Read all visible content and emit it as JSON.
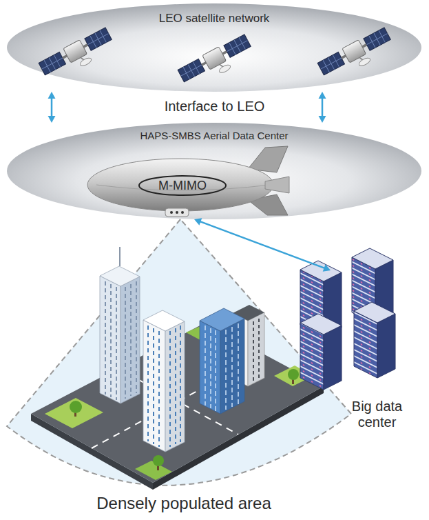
{
  "diagram": {
    "nodes": [
      {
        "text": [
          "LEO satellite network"
        ]
      },
      {
        "text": [
          "HAPS-SMBS Aerial Data Center"
        ]
      },
      {
        "text": [
          "M-MIMO"
        ],
        "in": 1
      },
      {
        "text": [
          "Big data center"
        ]
      },
      {
        "text": [
          "Densely populated area"
        ]
      }
    ],
    "edges": [
      {
        "from": 0,
        "to": 1,
        "arrow": "both"
      },
      {
        "from": 0,
        "to": 1,
        "arrow": "both"
      },
      {
        "from": 1,
        "to": 3,
        "arrow": "both"
      }
    ],
    "labels": [
      "Interface to LEO"
    ]
  }
}
